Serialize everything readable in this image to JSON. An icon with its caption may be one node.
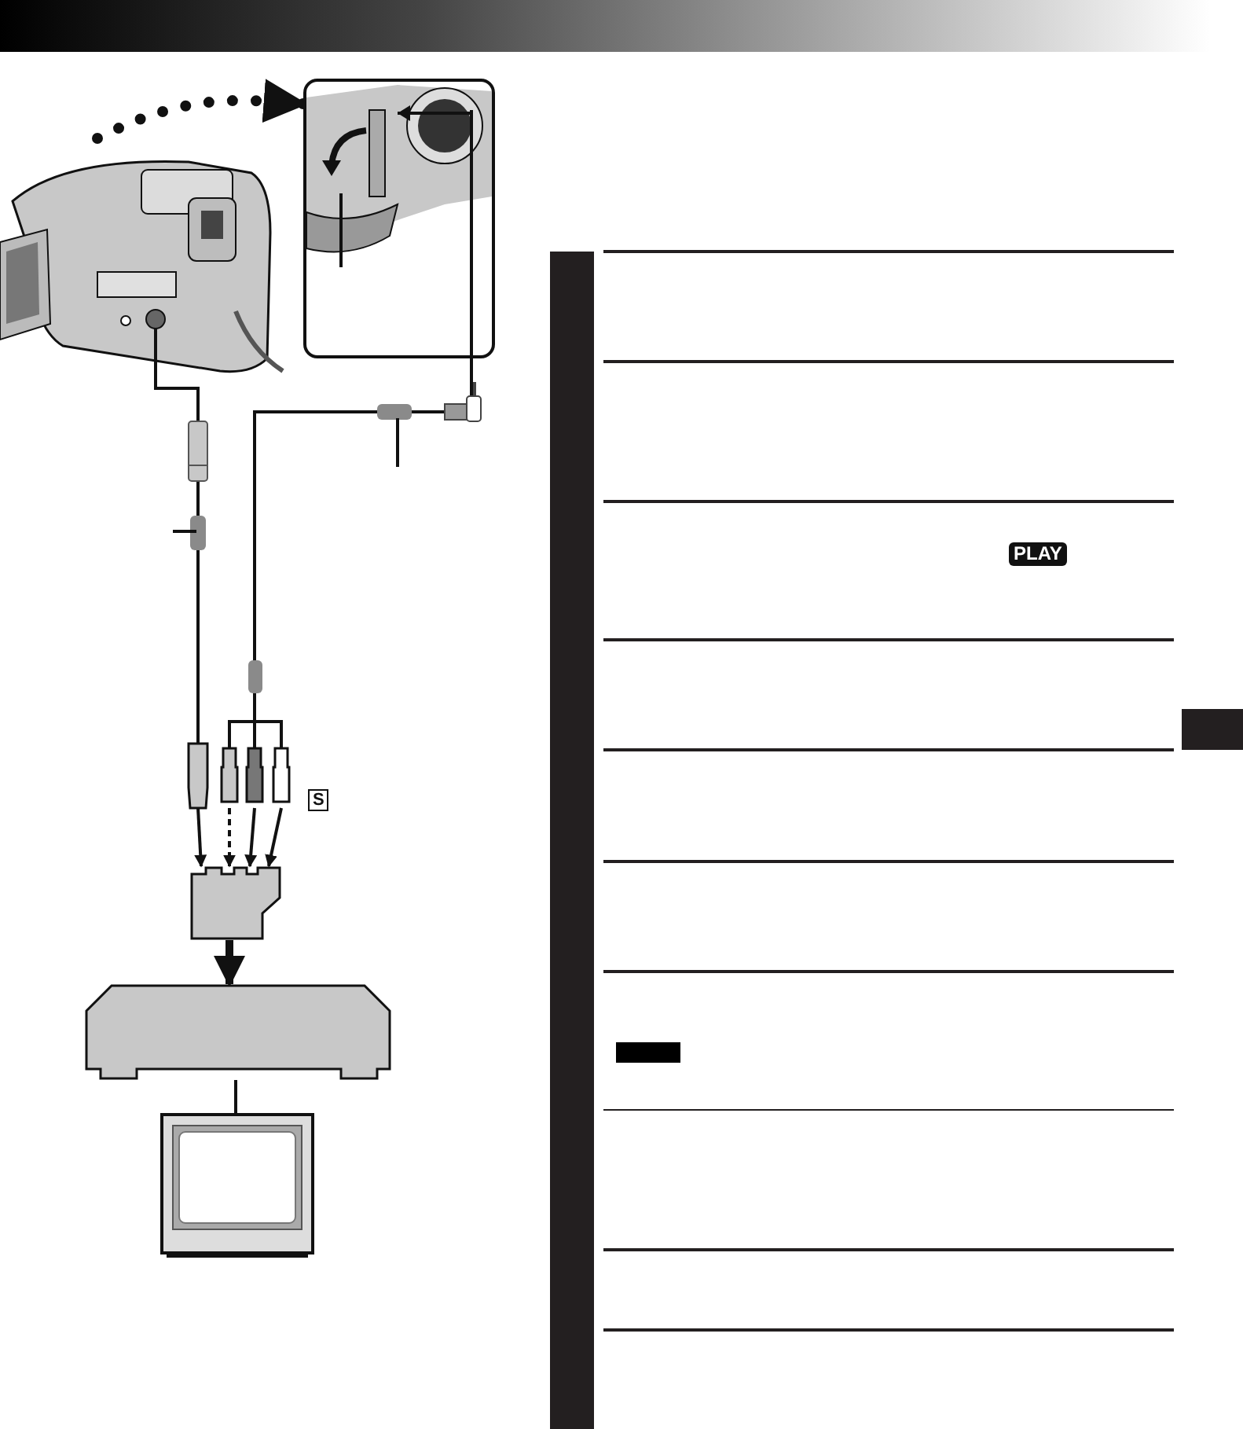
{
  "diagram": {
    "nodes": [
      {
        "text": [],
        "shape": "picture"
      },
      {
        "text": [],
        "shape": "picture"
      },
      {
        "text": [],
        "shape": "box"
      },
      {
        "text": [],
        "shape": "box"
      },
      {
        "text": [],
        "shape": "box"
      },
      {
        "text": [],
        "shape": "box"
      },
      {
        "text": [],
        "shape": "box"
      },
      {
        "text": [],
        "shape": "box"
      },
      {
        "text": [],
        "shape": "picture"
      }
    ],
    "edges": [
      {
        "from": 0,
        "to": 1,
        "arrow": "to",
        "style": "dashed"
      },
      {
        "from": 0,
        "to": 2,
        "arrow": "none"
      },
      {
        "from": 1,
        "to": 3,
        "arrow": "none"
      },
      {
        "from": 1,
        "to": 4,
        "arrow": "none"
      },
      {
        "from": 1,
        "to": 5,
        "arrow": "none"
      },
      {
        "from": 2,
        "to": 6,
        "arrow": "to"
      },
      {
        "from": 3,
        "to": 6,
        "arrow": "to",
        "style": "dashed"
      },
      {
        "from": 4,
        "to": 6,
        "arrow": "to"
      },
      {
        "from": 5,
        "to": 6,
        "arrow": "to"
      },
      {
        "from": 6,
        "to": 7,
        "arrow": "to",
        "style": "thick"
      },
      {
        "from": 7,
        "to": 8,
        "arrow": "none"
      }
    ],
    "labels": [
      "PLAY",
      "S"
    ]
  }
}
